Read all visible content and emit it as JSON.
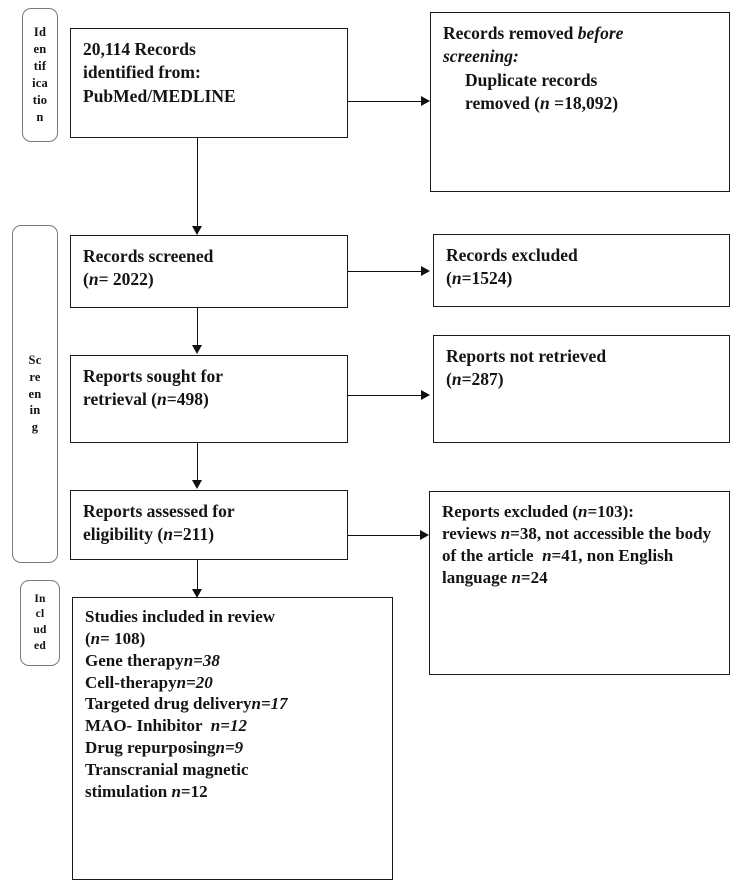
{
  "diagram": {
    "title": "PRISMA flow diagram",
    "type": "prisma-flow"
  },
  "stages": [
    {
      "key": "identification",
      "label": "Identification",
      "fragments": [
        "Id",
        "en",
        "tif",
        "ica",
        "tio",
        "n"
      ]
    },
    {
      "key": "screening",
      "label": "Screening",
      "fragments": [
        "Sc",
        "re",
        "en",
        "in",
        "g"
      ]
    },
    {
      "key": "included",
      "label": "Included",
      "fragments": [
        "In",
        "cl",
        "ud",
        "ed"
      ]
    }
  ],
  "boxes": {
    "records_identified": {
      "lines": [
        "20,114 Records",
        "identified from:",
        "PubMed/MEDLINE"
      ],
      "count": 20114,
      "source": "PubMed/MEDLINE"
    },
    "records_removed": {
      "line1_plain": "Records removed ",
      "line1_italic": "before",
      "line2_italic": "screening:",
      "line3": "Duplicate records",
      "line4_pre": "removed (",
      "line4_n": "n",
      "line4_post": " =18,092)",
      "count": 18092
    },
    "records_screened": {
      "line1": "Records screened",
      "line2_pre": "(",
      "line2_n": "n",
      "line2_post": "= 2022)",
      "count": 2022
    },
    "records_excluded": {
      "line1": "Records excluded",
      "line2_pre": "(",
      "line2_n": "n",
      "line2_post": "=1524)",
      "count": 1524
    },
    "reports_sought": {
      "line1": "Reports sought for",
      "line2_pre": "retrieval (",
      "line2_n": "n",
      "line2_post": "=498)",
      "count": 498
    },
    "reports_not_retrieved": {
      "line1": "Reports not retrieved",
      "line2_pre": "(",
      "line2_n": "n",
      "line2_post": "=287)",
      "count": 287
    },
    "reports_assessed": {
      "line1": "Reports assessed for",
      "line2_pre": "eligibility (",
      "line2_n": "n",
      "line2_post": "=211)",
      "count": 211
    },
    "reports_excluded": {
      "header_pre": "Reports excluded (",
      "header_n": "n",
      "header_post": "=103):",
      "count": 103,
      "reasons_text": "reviews n=38, not accessible the body of the article  n=41, non English language n=24",
      "reasons": [
        {
          "label": "reviews",
          "n": 38
        },
        {
          "label": "not accessible the body of the article",
          "n": 41
        },
        {
          "label": "non English language",
          "n": 24
        }
      ]
    },
    "studies_included": {
      "line1": "Studies included in review",
      "line2_pre": "(",
      "line2_n": "n",
      "line2_post": "= 108)",
      "count": 108,
      "categories": [
        {
          "label": "Gene therapy",
          "sep": "",
          "n": "n=38",
          "value": 38
        },
        {
          "label": "Cell-therapy",
          "sep": "",
          "n": "n=20",
          "value": 20
        },
        {
          "label": "Targeted drug delivery",
          "sep": "",
          "n": "n=17",
          "value": 17
        },
        {
          "label": "MAO- Inhibitor",
          "sep": "  ",
          "n": "n=12",
          "value": 12
        },
        {
          "label": "Drug repurposing",
          "sep": "",
          "n": "n=9",
          "value": 9
        },
        {
          "label": "Transcranial magnetic stimulation",
          "sep": "",
          "n": "n=12",
          "value": 12
        }
      ],
      "wrap_line_a": "Transcranial magnetic",
      "wrap_line_b_pre": "stimulation ",
      "wrap_line_b_n": "n",
      "wrap_line_b_post": "=12"
    }
  },
  "colors": {
    "box_border": "#1a1a1a",
    "pill_border": "#7a7a7a",
    "connector": "#101010",
    "background": "#ffffff",
    "text": "#141414"
  }
}
